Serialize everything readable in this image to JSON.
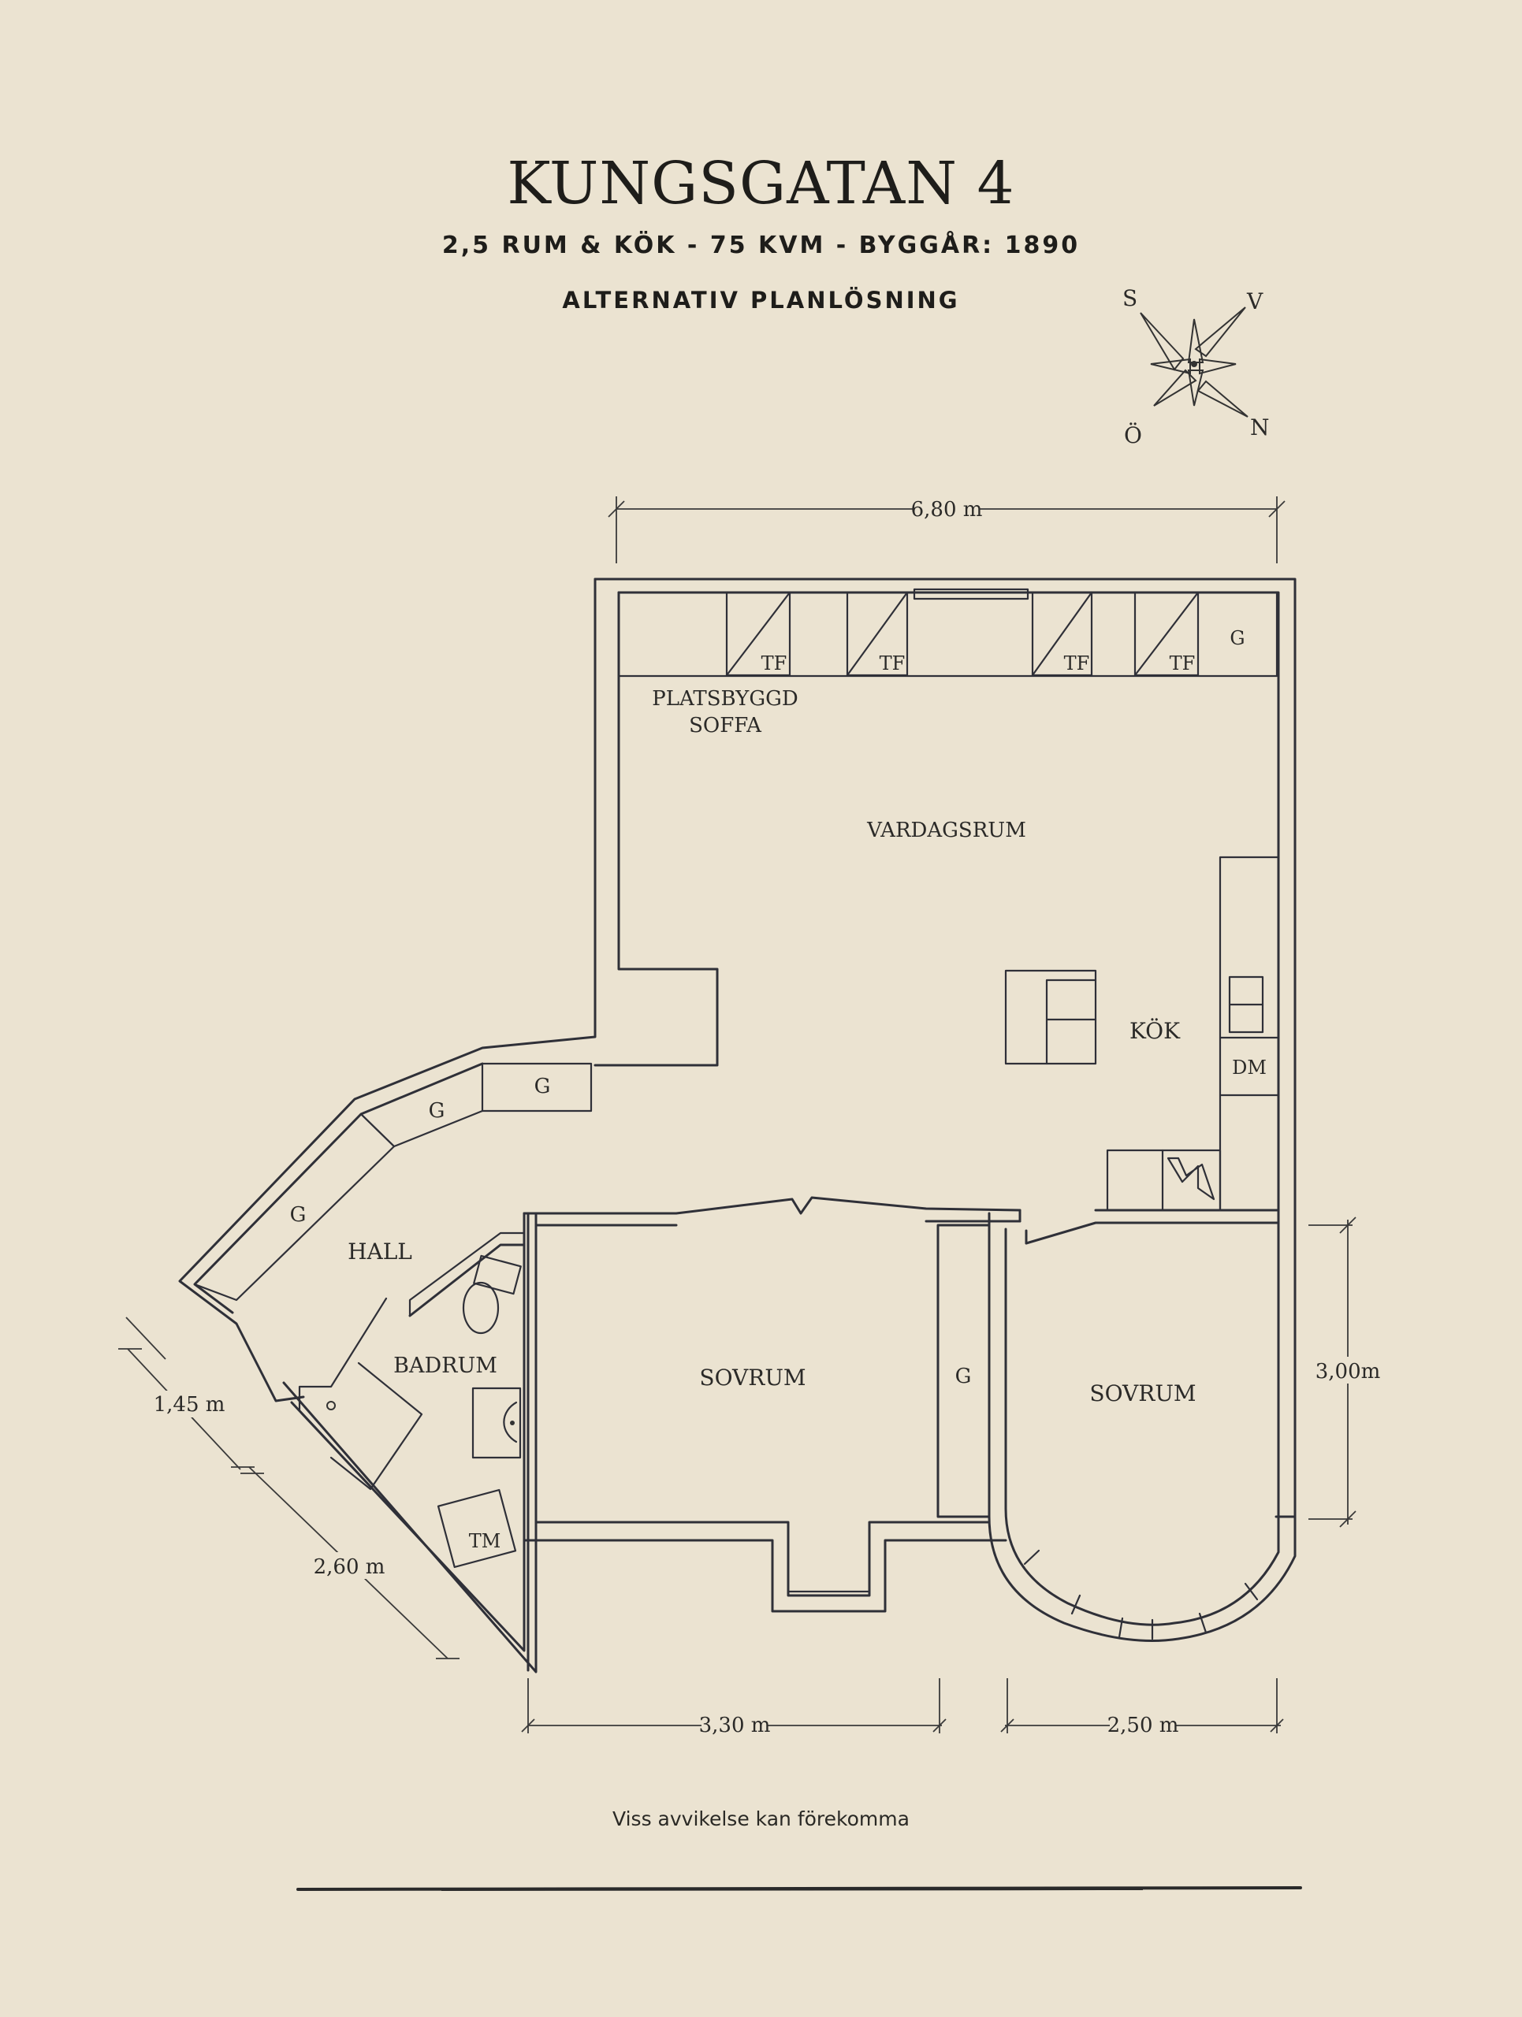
{
  "header": {
    "title": "KUNGSGATAN 4",
    "subtitle": "2,5 RUM & KÖK  -  75 KVM  -  BYGGÅR: 1890",
    "plan_type": "ALTERNATIV PLANLÖSNING"
  },
  "compass": {
    "s": "S",
    "v": "V",
    "o": "Ö",
    "n": "N"
  },
  "rooms": {
    "vardagsrum": "VARDAGSRUM",
    "kok": "KÖK",
    "hall": "HALL",
    "badrum": "BADRUM",
    "sovrum_left": "SOVRUM",
    "sovrum_right": "SOVRUM",
    "platsbyggd_1": "PLATSBYGGD",
    "platsbyggd_2": "SOFFA"
  },
  "fixtures": {
    "tf": "TF",
    "g": "G",
    "dm": "DM",
    "tm": "TM"
  },
  "dimensions": {
    "top": "6,80 m",
    "right": "3,00m",
    "bottom_left": "3,30 m",
    "bottom_right": "2,50 m",
    "diag_short": "1,45 m",
    "diag_long": "2,60 m"
  },
  "footer": {
    "disclaimer": "Viss avvikelse kan förekomma"
  },
  "colors": {
    "background": "#ebe3d1",
    "ink": "#2f3038",
    "text": "#1e1d1a"
  }
}
